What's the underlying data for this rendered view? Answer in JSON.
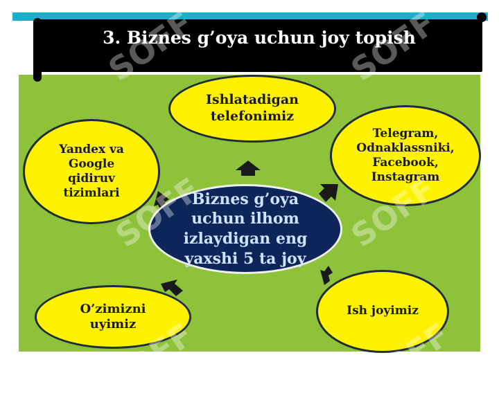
{
  "title": "3. Biznes g’oya uchun joy topish",
  "center_text": "Biznes g’oya uchun ilhom izlaydigan eng yaxshi 5 ta joy",
  "nodes": {
    "top": "Ishlatadigan telefonimiz",
    "right_top": "Telegram, Odnaklassniki, Facebook, Instagram",
    "left_top": "Yandex va Google qidiruv tizimlari",
    "left_bottom": "O’zimizni uyimiz",
    "right_bottom": "Ish joyimiz"
  },
  "watermark": "SOFF",
  "colors": {
    "panel": "#8fc23b",
    "node_fill": "#fff200",
    "center_fill": "#0d2559",
    "title_bar": "#000000"
  }
}
